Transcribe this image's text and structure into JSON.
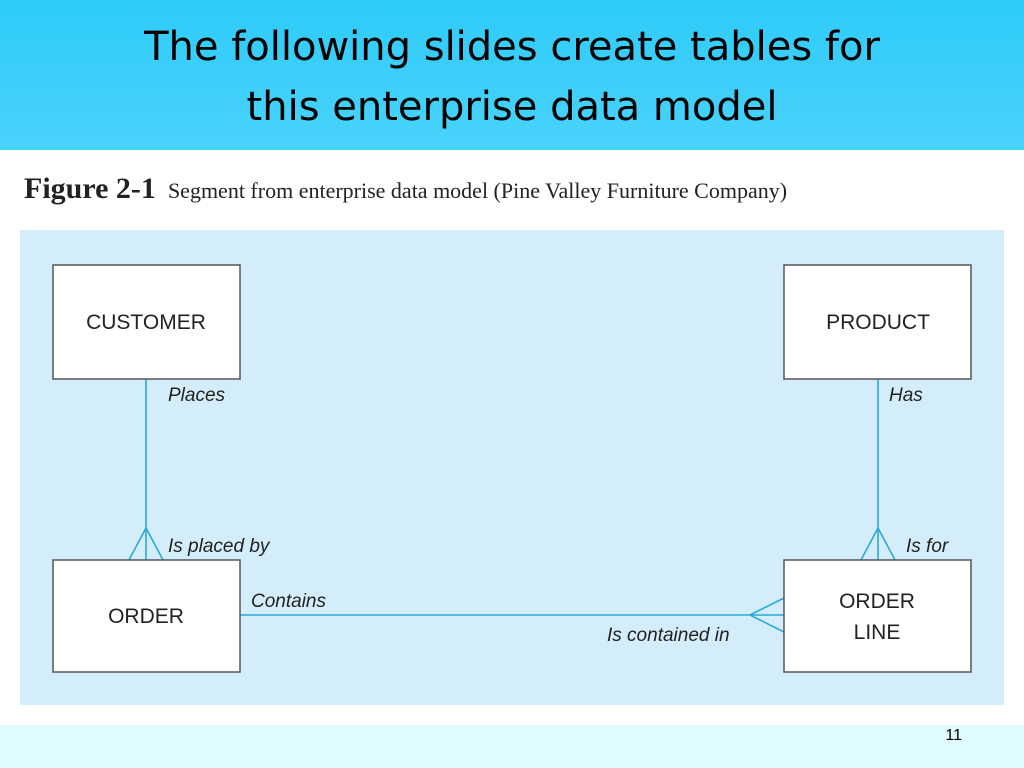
{
  "slide": {
    "title_line1": "The following slides create tables for",
    "title_line2": "this enterprise data model",
    "page_number": "11"
  },
  "figure": {
    "label": "Figure 2-1",
    "caption": "Segment from enterprise data model (Pine Valley Furniture Company)"
  },
  "entities": {
    "customer": "CUSTOMER",
    "product": "PRODUCT",
    "order": "ORDER",
    "order_line_1": "ORDER",
    "order_line_2": "LINE"
  },
  "relationships": {
    "places": "Places",
    "is_placed_by": "Is placed by",
    "has": "Has",
    "is_for": "Is for",
    "contains": "Contains",
    "is_contained_in": "Is contained in"
  },
  "colors": {
    "title_band": "#2ecbf8",
    "slide_background": "#e0fbff",
    "diagram_background": "#d3edfa",
    "relationship_line": "#29a9d8"
  }
}
